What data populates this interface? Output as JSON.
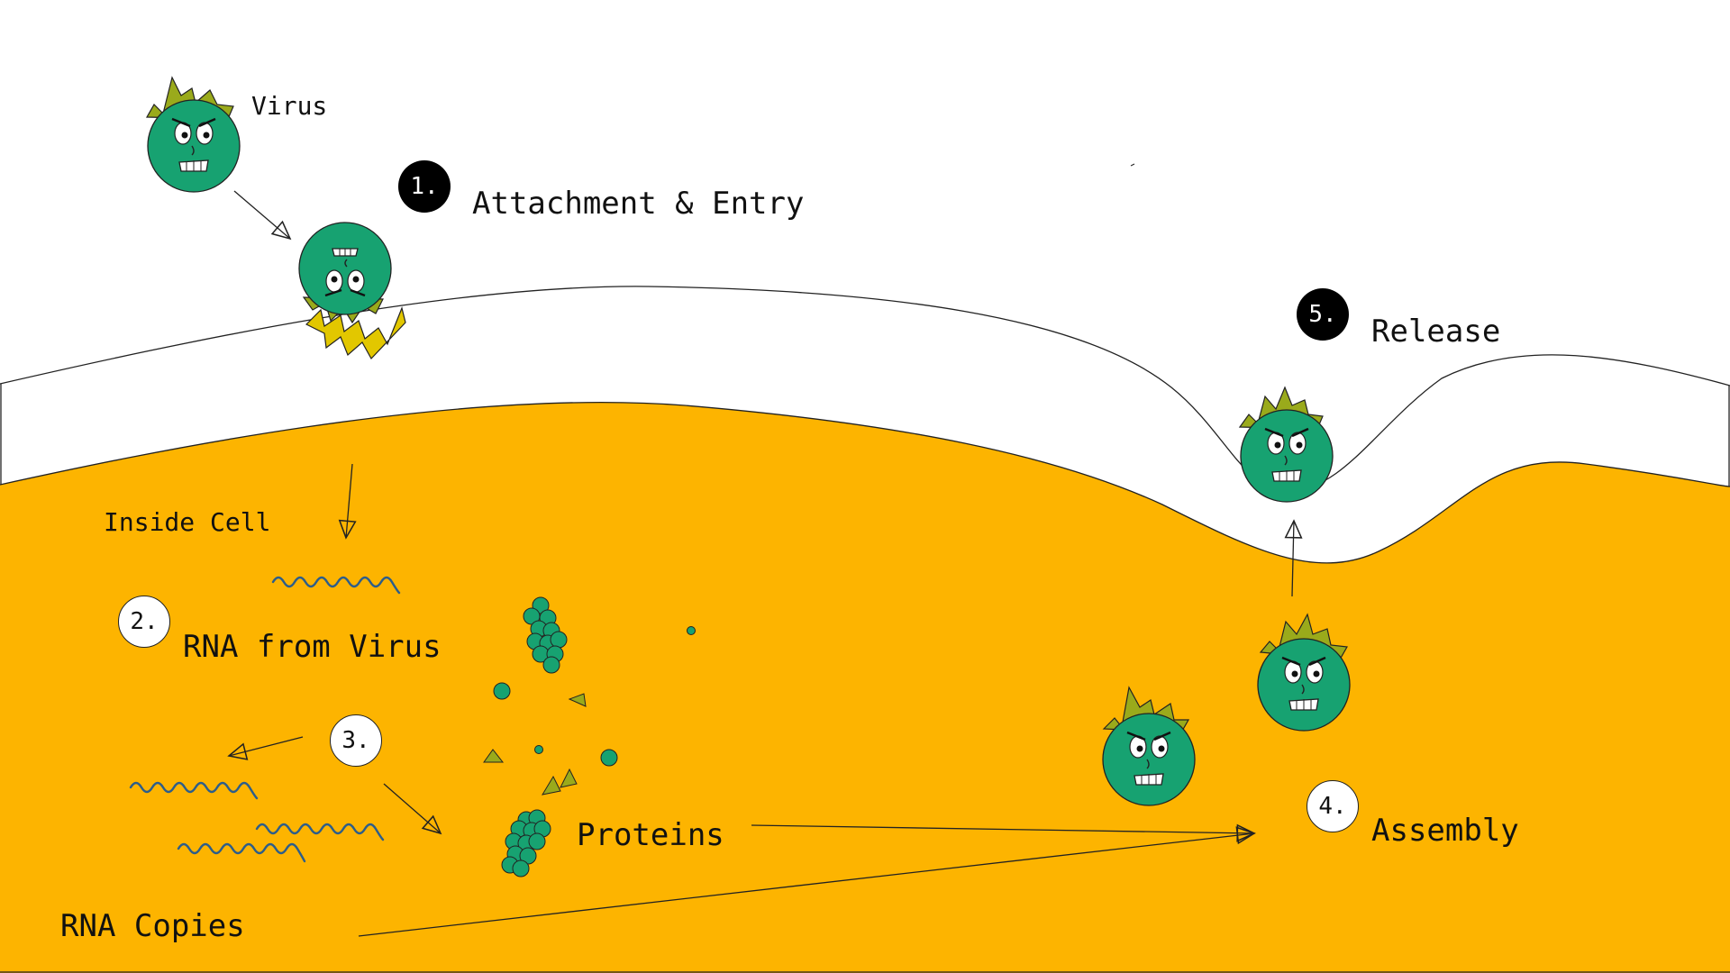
{
  "labels": {
    "virus": "Virus",
    "step1": "Attachment & Entry",
    "step2": "RNA from Virus",
    "step4": "Assembly",
    "step5": "Release",
    "inside_cell": "Inside Cell",
    "proteins": "Proteins",
    "rna_copies": "RNA Copies"
  },
  "badges": {
    "b1": "1.",
    "b2": "2.",
    "b3": "3.",
    "b4": "4.",
    "b5": "5."
  },
  "colors": {
    "cell": "#FDB400",
    "virus_body": "#17A271",
    "virus_crown": "#9AAA1B",
    "receptor": "#E2C700",
    "rna": "#2C5D8A",
    "membrane_line": "#222222",
    "badge_dark": "#000000",
    "badge_light": "#ffffff"
  }
}
